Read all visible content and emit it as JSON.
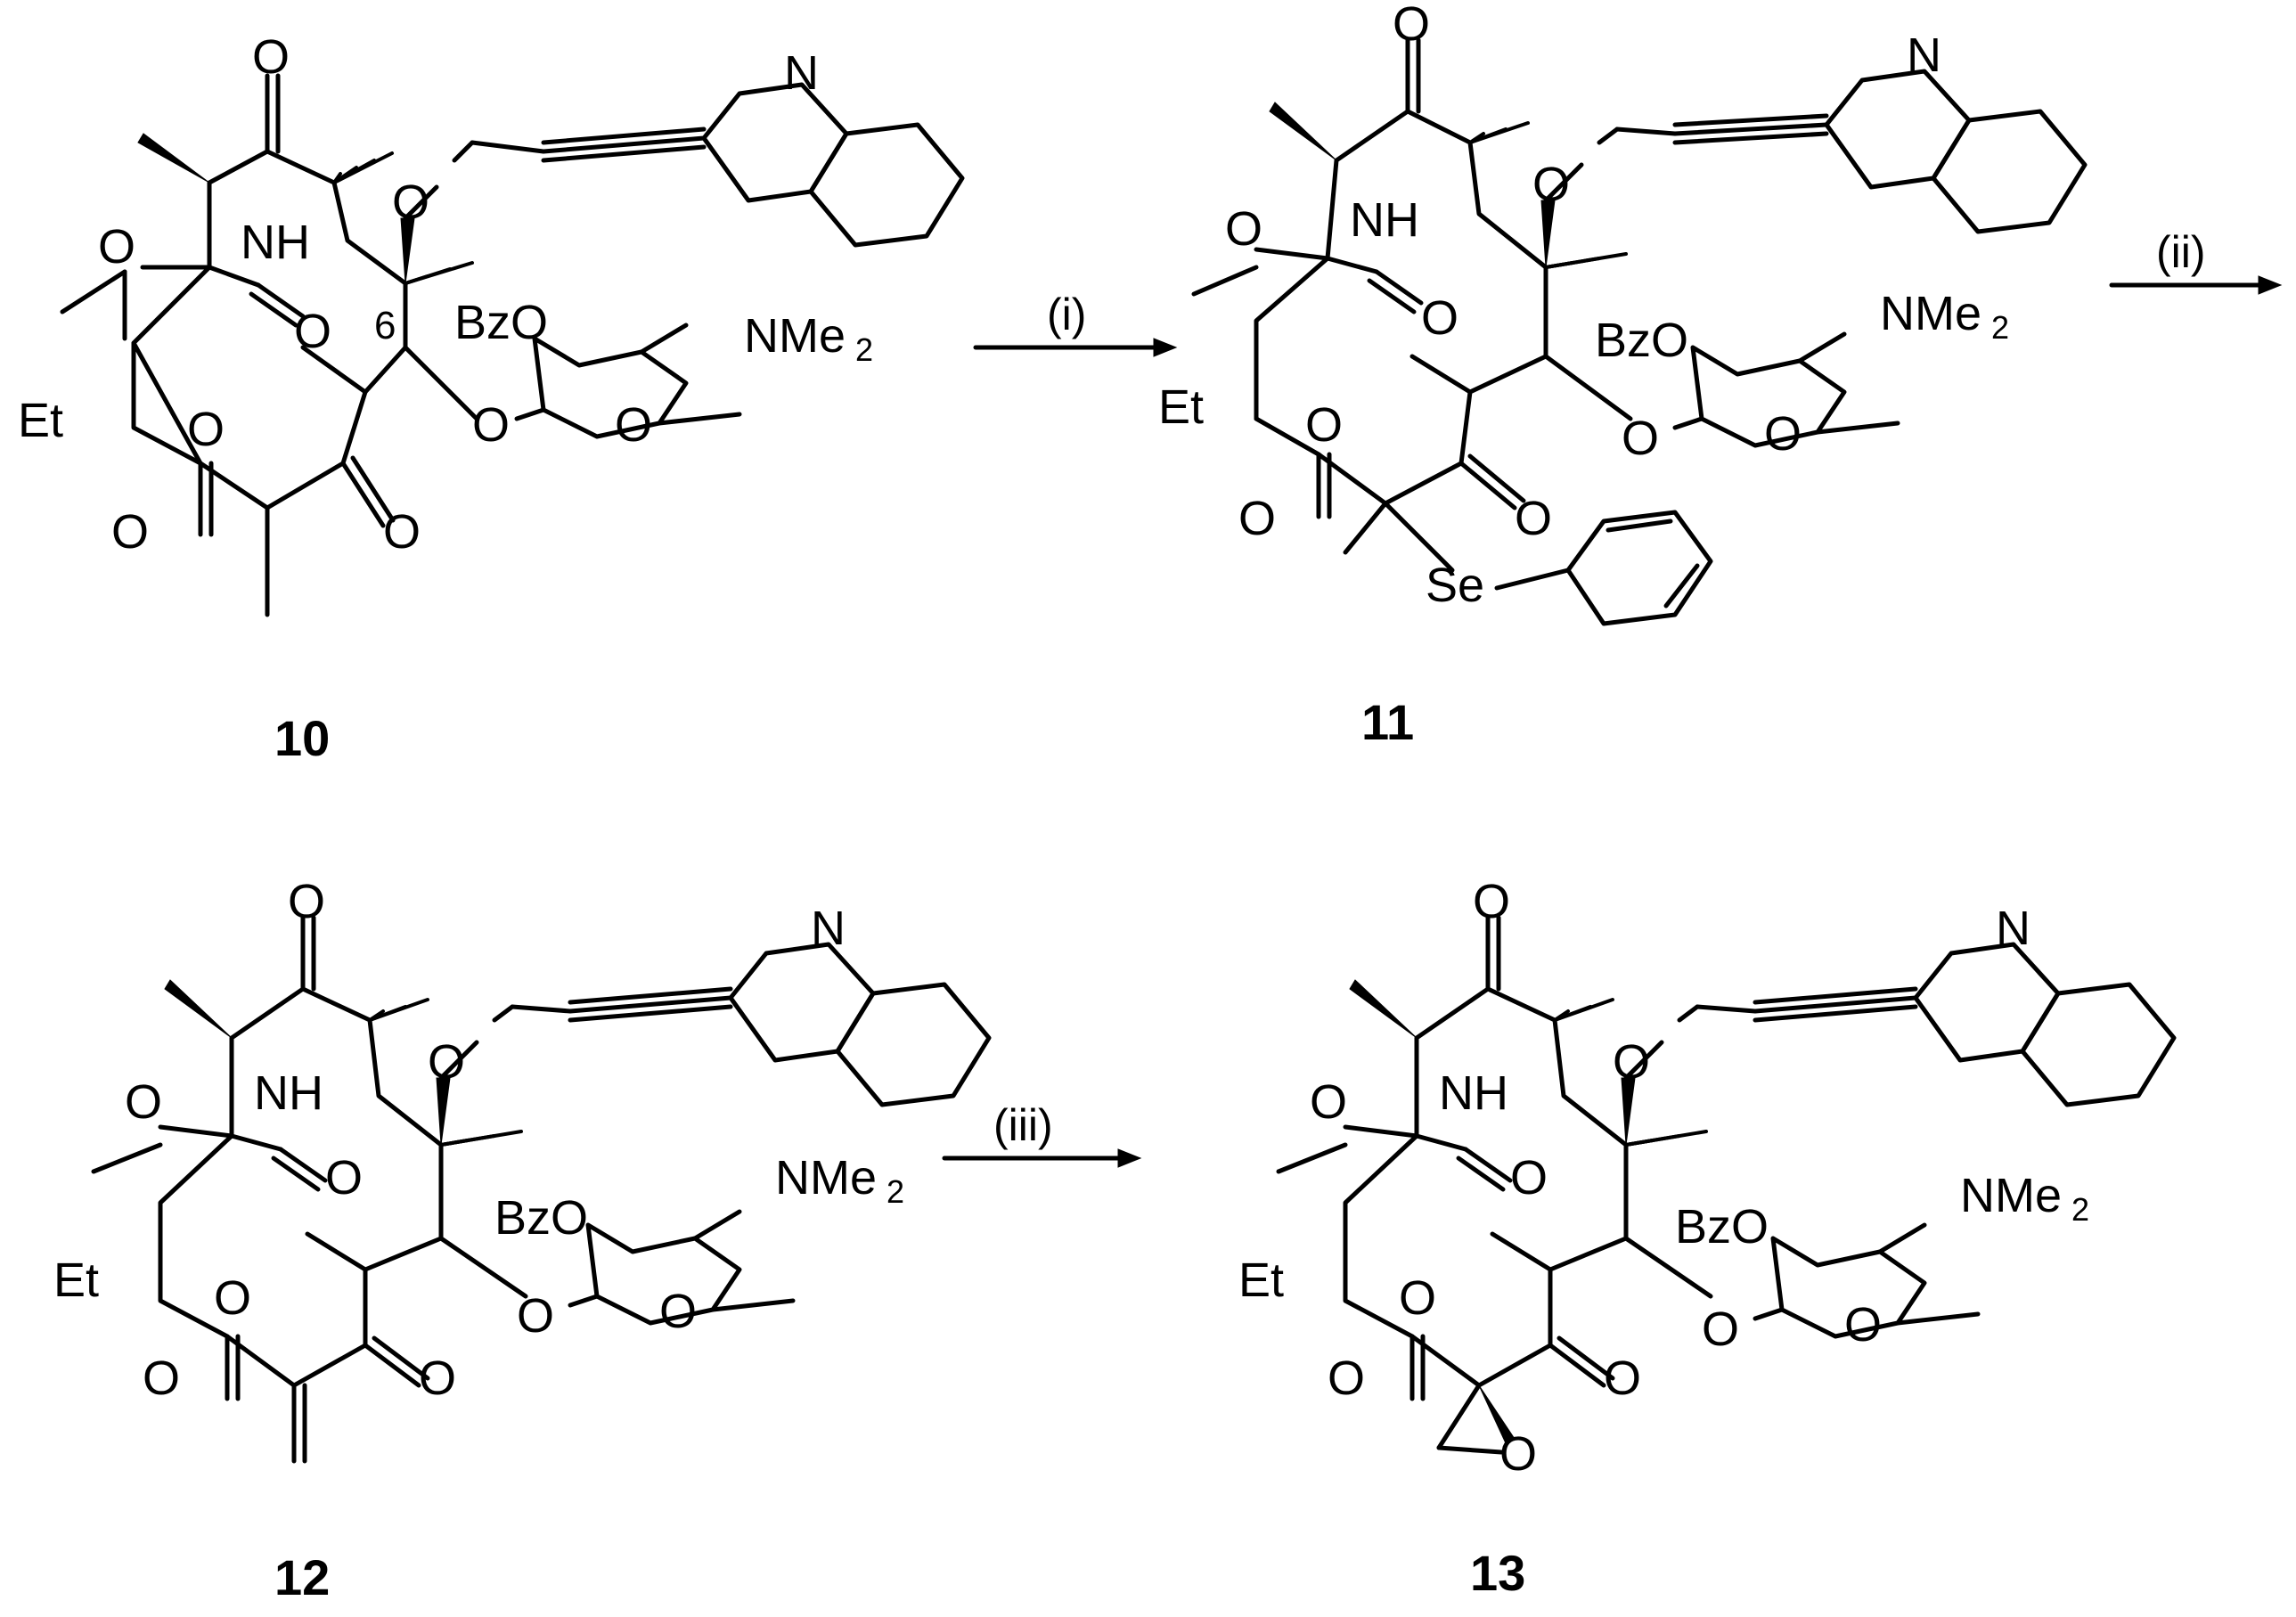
{
  "compounds": [
    {
      "label": "10"
    },
    {
      "label": "11"
    },
    {
      "label": "12"
    },
    {
      "label": "13"
    }
  ],
  "conditions": {
    "step1": "(i)",
    "step2": "(ii)",
    "step3": "(iii)"
  },
  "atoms": {
    "O": "O",
    "N": "N",
    "NH": "NH",
    "Et": "Et",
    "BzO": "BzO",
    "NMe": "NMe",
    "sub2": "2",
    "Se": "Se",
    "locant6": "6"
  }
}
